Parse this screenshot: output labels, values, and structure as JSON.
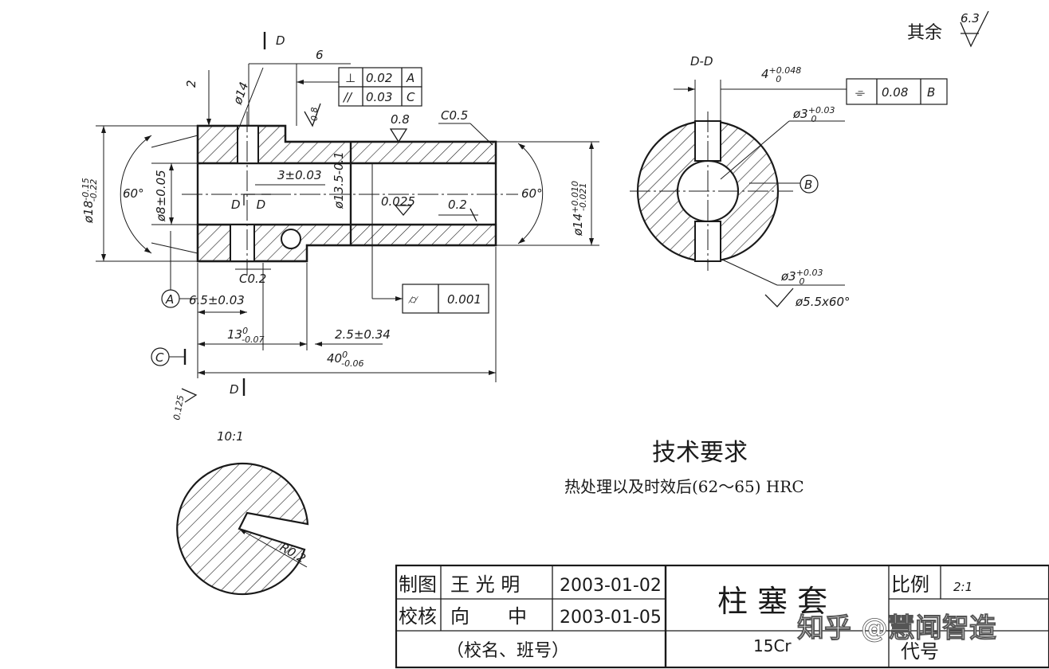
{
  "roughness_other": {
    "label": "其余",
    "value": "6.3"
  },
  "main_view": {
    "section_mark_top": "D",
    "section_mark_bottom": "D",
    "dims": {
      "d_outer_left": "ø18-0.15\n-0.22",
      "d_bore_left": "ø8±0.05",
      "angle_left": "60°",
      "chamfer_top": "2",
      "hole_dia": "ø14",
      "dim_6": "6",
      "roughness_08a": "0.8",
      "roughness_08b": "0.8",
      "chamfer_c05": "C0.5",
      "dim_3": "3±0.03",
      "d_135": "ø13.5-0.1",
      "d_bore_right": "ø14+0.010\n-0.021",
      "angle_right": "60°",
      "roughness_0025": "0.025",
      "roughness_02": "0.2",
      "section_label": "D",
      "chamfer_c02": "C0.2",
      "len_65": "6.5±0.03",
      "len_13": "13-0.07",
      "len_25": "2.5±0.34",
      "len_40": "40-0.06",
      "roughness_0125": "0.125"
    },
    "tolerance_frames": [
      {
        "symbol": "⊥",
        "value": "0.02",
        "datum": "A"
      },
      {
        "symbol": "//",
        "value": "0.03",
        "datum": "C"
      }
    ],
    "cylindricity": {
      "symbol": "⌭",
      "value": "0.001"
    },
    "datum_a": "A",
    "datum_c": "C"
  },
  "section_view": {
    "title": "D-D",
    "slot": "4+0.048",
    "symmetry": {
      "symbol": "⌯",
      "value": "0.08",
      "datum": "B"
    },
    "hole_top": "ø3+0.03",
    "hole_bottom": "ø3+0.03",
    "countersink": "ø5.5x60°",
    "datum_b": "B"
  },
  "detail_view": {
    "scale": "10:1",
    "radius": "R0.2"
  },
  "tech_requirements": {
    "title": "技术要求",
    "line1": "热处理以及时效后(62～65) HRC"
  },
  "title_block": {
    "drawn_label": "制图",
    "drawn_name": "王 光 明",
    "drawn_date": "2003-01-02",
    "checked_label": "校核",
    "checked_name": "向　　中",
    "checked_date": "2003-01-05",
    "school": "（校名、班号）",
    "part_name": "柱 塞 套",
    "material": "15Cr",
    "scale_label": "比例",
    "scale_value": "2:1",
    "code_label": "代号"
  },
  "watermark": "知乎 @慧闻智造"
}
